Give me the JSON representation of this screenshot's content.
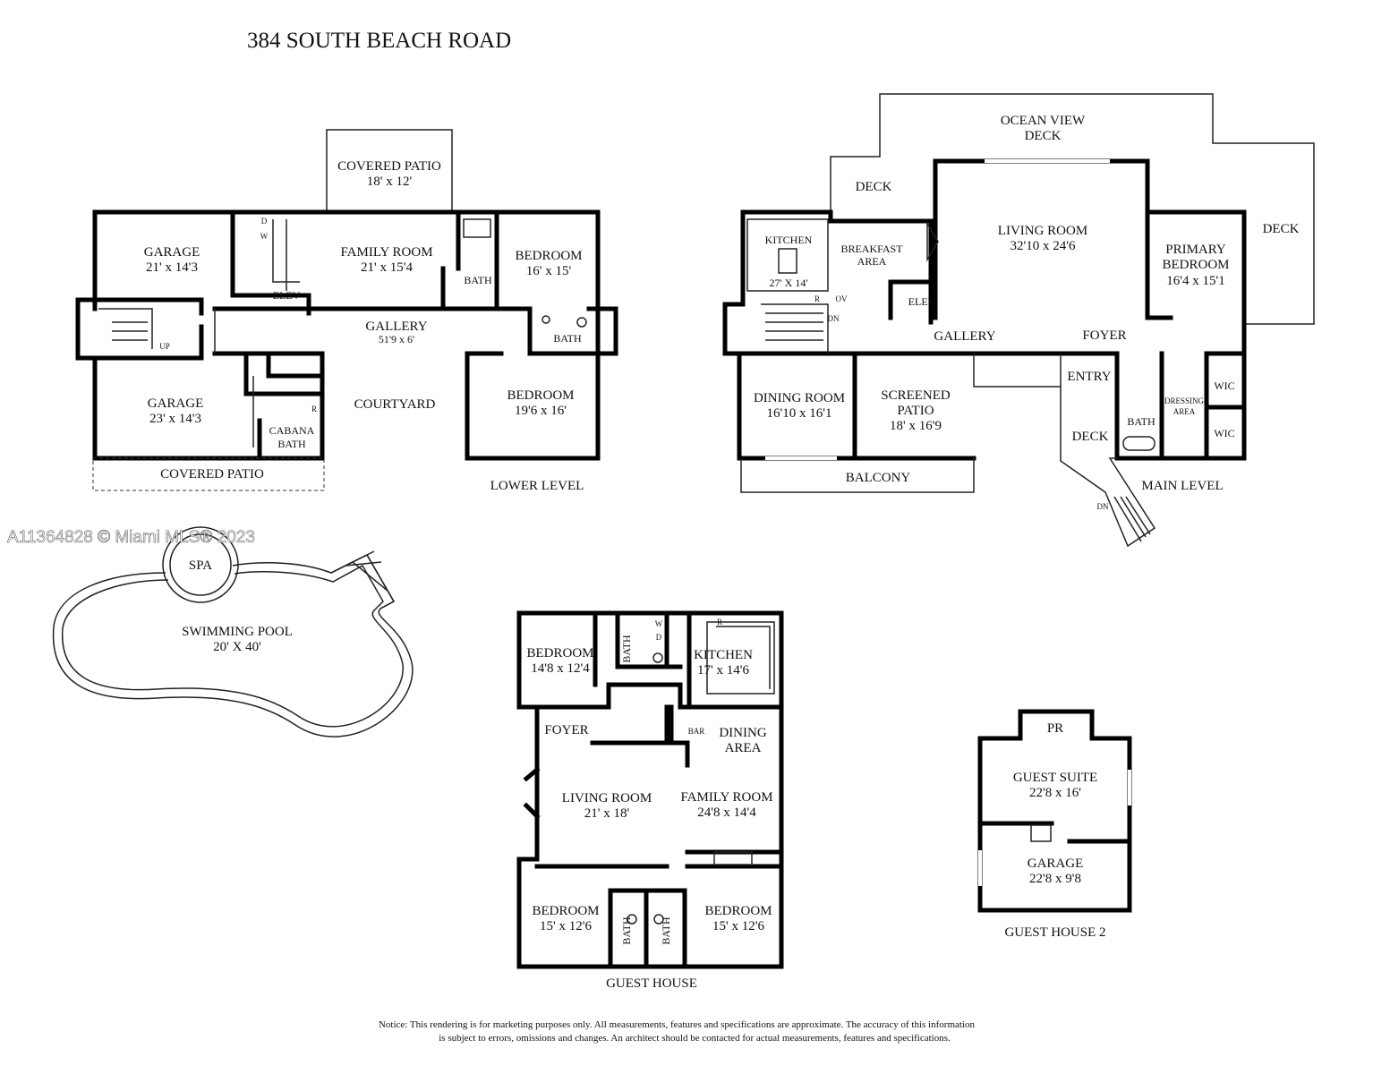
{
  "title": "384 SOUTH BEACH ROAD",
  "watermark": "A11364828 © Miami MLS® 2023",
  "notice": {
    "line1": "Notice: This rendering is for marketing purposes only. All measurements, features and specifications are approximate. The accuracy of this information",
    "line2": "is subject to errors, omissions and changes. An architect should be contacted for actual measurements, features and specifications."
  },
  "lower_level": {
    "name": "LOWER LEVEL",
    "rooms": [
      {
        "name": "COVERED PATIO",
        "dims": "18' x 12'"
      },
      {
        "name": "GARAGE",
        "dims": "21' x 14'3"
      },
      {
        "name": "FAMILY ROOM",
        "dims": "21' x 15'4"
      },
      {
        "name": "BEDROOM",
        "dims": "16' x 15'"
      },
      {
        "name": "GALLERY",
        "dims": "51'9 x 6'"
      },
      {
        "name": "GARAGE",
        "dims": "23' x 14'3"
      },
      {
        "name": "COURTYARD",
        "dims": ""
      },
      {
        "name": "BEDROOM",
        "dims": "19'6 x 16'"
      },
      {
        "name": "CABANA",
        "dims": "BATH"
      },
      {
        "name": "COVERED PATIO",
        "dims": ""
      }
    ],
    "small": {
      "bath1": "BATH",
      "bath2": "BATH",
      "elev": "ELEV",
      "up": "UP",
      "d": "D",
      "w": "W",
      "r": "R"
    }
  },
  "main_level": {
    "name": "MAIN LEVEL",
    "rooms": [
      {
        "name": "OCEAN VIEW",
        "dims": "DECK"
      },
      {
        "name": "LIVING ROOM",
        "dims": "32'10 x 24'6"
      },
      {
        "name": "PRIMARY",
        "dims": "BEDROOM"
      },
      {
        "name": "KITCHEN",
        "dims": "27' X 14'"
      },
      {
        "name": "BREAKFAST",
        "dims": "AREA"
      },
      {
        "name": "DINING ROOM",
        "dims": "16'10  x 16'1"
      },
      {
        "name": "SCREENED",
        "dims": "PATIO"
      }
    ],
    "extra": {
      "primary_dims": "16'4 x 15'1",
      "patio_dims": "18' x 16'9",
      "deck_top": "DECK",
      "deck_right": "DECK",
      "deck_entry": "DECK",
      "elev": "ELEV",
      "gallery": "GALLERY",
      "foyer": "FOYER",
      "entry": "ENTRY",
      "balcony": "BALCONY",
      "bath": "BATH",
      "dressing": "DRESSING",
      "area": "AREA",
      "wic1": "WIC",
      "wic2": "WIC",
      "dn1": "DN",
      "dn2": "DN",
      "r": "R",
      "ov": "OV"
    }
  },
  "pool": {
    "spa": "SPA",
    "name": "SWIMMING POOL",
    "dims": "20' X 40'"
  },
  "guest_house": {
    "name": "GUEST HOUSE",
    "rooms": [
      {
        "name": "BEDROOM",
        "dims": "14'8 x 12'4"
      },
      {
        "name": "KITCHEN",
        "dims": "17' x 14'6"
      },
      {
        "name": "FOYER",
        "dims": ""
      },
      {
        "name": "DINING",
        "dims": "AREA"
      },
      {
        "name": "LIVING ROOM",
        "dims": "21' x 18'"
      },
      {
        "name": "FAMILY ROOM",
        "dims": "24'8 x 14'4"
      },
      {
        "name": "BEDROOM",
        "dims": "15' x 12'6"
      },
      {
        "name": "BEDROOM",
        "dims": "15' x 12'6"
      }
    ],
    "small": {
      "bath1": "BATH",
      "bath2": "BATH",
      "bath3": "BATH",
      "bar": "BAR",
      "w": "W",
      "d": "D",
      "r": "R"
    }
  },
  "guest_house_2": {
    "name": "GUEST HOUSE 2",
    "rooms": [
      {
        "name": "PR",
        "dims": ""
      },
      {
        "name": "GUEST SUITE",
        "dims": "22'8 x 16'"
      },
      {
        "name": "GARAGE",
        "dims": "22'8 x 9'8"
      }
    ]
  }
}
